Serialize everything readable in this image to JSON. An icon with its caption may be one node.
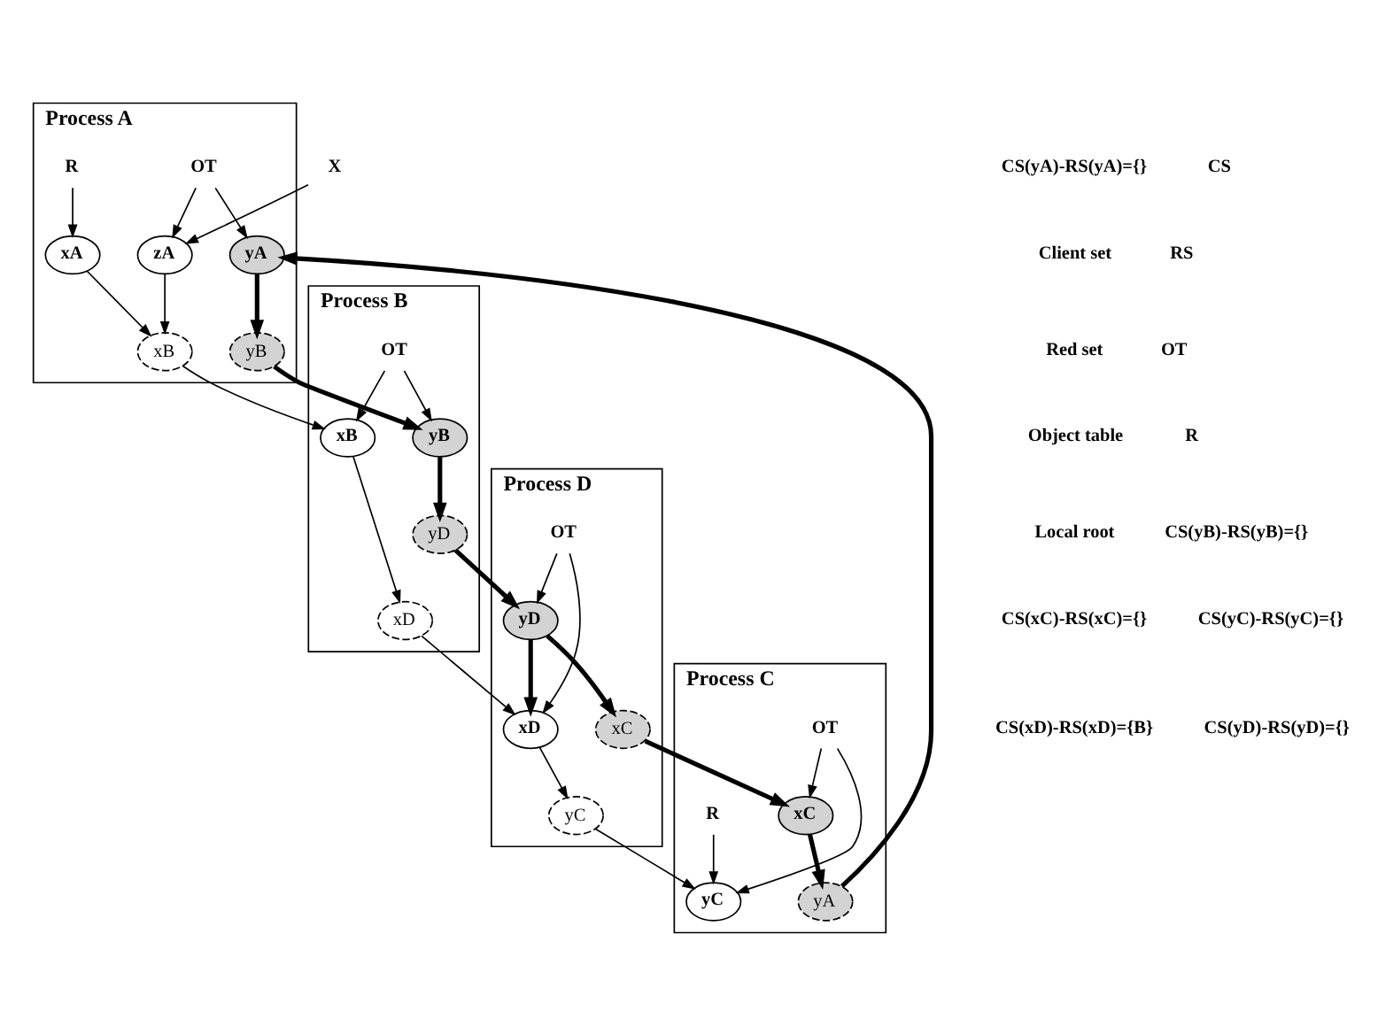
{
  "diagram": {
    "nodes": [
      {
        "text": [
          "Process A"
        ]
      },
      {
        "text": [
          "R"
        ],
        "in": 0
      },
      {
        "text": [
          "OT"
        ],
        "in": 0
      },
      {
        "text": [
          "xA"
        ],
        "in": 0
      },
      {
        "text": [
          "yA"
        ],
        "in": 0
      },
      {
        "text": [
          "zA"
        ],
        "in": 0
      },
      {
        "text": [
          "yB"
        ],
        "in": 0
      },
      {
        "text": [
          "xB"
        ],
        "in": 0
      },
      {
        "text": [
          "X"
        ]
      },
      {
        "text": [
          "Process B"
        ]
      },
      {
        "text": [
          "OT"
        ],
        "in": 9
      },
      {
        "text": [
          "xB"
        ],
        "in": 9
      },
      {
        "text": [
          "yB"
        ],
        "in": 9
      },
      {
        "text": [
          "xD"
        ],
        "in": 9
      },
      {
        "text": [
          "yD"
        ],
        "in": 9
      },
      {
        "text": [
          "Process C"
        ]
      },
      {
        "text": [
          "yA"
        ],
        "in": 15
      },
      {
        "text": [
          "xC"
        ],
        "in": 15
      },
      {
        "text": [
          "yC"
        ],
        "in": 15
      },
      {
        "text": [
          "OT"
        ],
        "in": 15
      },
      {
        "text": [
          "R"
        ],
        "in": 15
      },
      {
        "text": [
          "Process D"
        ]
      },
      {
        "text": [
          "yC"
        ],
        "in": 21
      },
      {
        "text": [
          "xC"
        ],
        "in": 21
      },
      {
        "text": [
          "xD"
        ],
        "in": 21
      },
      {
        "text": [
          "yD"
        ],
        "in": 21
      },
      {
        "text": [
          "OT"
        ],
        "in": 21
      }
    ],
    "edges": [
      {
        "from": 1,
        "to": 3,
        "arrow": "to"
      },
      {
        "from": 2,
        "to": 4,
        "arrow": "to"
      },
      {
        "from": 2,
        "to": 5,
        "arrow": "to"
      },
      {
        "from": 8,
        "to": 5,
        "arrow": "to"
      },
      {
        "from": 4,
        "to": 6,
        "arrow": "to",
        "style": "thick"
      },
      {
        "from": 3,
        "to": 7,
        "arrow": "to"
      },
      {
        "from": 5,
        "to": 7,
        "arrow": "to"
      },
      {
        "from": 7,
        "to": 11,
        "arrow": "to"
      },
      {
        "from": 6,
        "to": 12,
        "arrow": "to",
        "style": "thick"
      },
      {
        "from": 10,
        "to": 11,
        "arrow": "to"
      },
      {
        "from": 10,
        "to": 12,
        "arrow": "to"
      },
      {
        "from": 11,
        "to": 13,
        "arrow": "to"
      },
      {
        "from": 12,
        "to": 14,
        "arrow": "to",
        "style": "thick"
      },
      {
        "from": 13,
        "to": 24,
        "arrow": "to"
      },
      {
        "from": 14,
        "to": 25,
        "arrow": "to",
        "style": "thick"
      },
      {
        "from": 26,
        "to": 24,
        "arrow": "to"
      },
      {
        "from": 26,
        "to": 25,
        "arrow": "to"
      },
      {
        "from": 25,
        "to": 24,
        "arrow": "to",
        "style": "thick"
      },
      {
        "from": 25,
        "to": 23,
        "arrow": "to",
        "style": "thick"
      },
      {
        "from": 24,
        "to": 22,
        "arrow": "to"
      },
      {
        "from": 23,
        "to": 17,
        "arrow": "to",
        "style": "thick"
      },
      {
        "from": 22,
        "to": 18,
        "arrow": "to"
      },
      {
        "from": 19,
        "to": 17,
        "arrow": "to"
      },
      {
        "from": 19,
        "to": 18,
        "arrow": "to"
      },
      {
        "from": 20,
        "to": 18,
        "arrow": "to"
      },
      {
        "from": 17,
        "to": 16,
        "arrow": "to",
        "style": "thick"
      },
      {
        "from": 16,
        "to": 4,
        "arrow": "to",
        "style": "thick"
      }
    ],
    "labels": [
      "CS(yA)-RS(yA)={}",
      "CS",
      "Client set",
      "RS",
      "Red set",
      "OT",
      "Object table",
      "R",
      "Local root",
      "CS(yB)-RS(yB)={}",
      "CS(xC)-RS(xC)={}",
      "CS(yC)-RS(yC)={}",
      "CS(xD)-RS(xD)={B}",
      "CS(yD)-RS(yD)={}"
    ]
  }
}
